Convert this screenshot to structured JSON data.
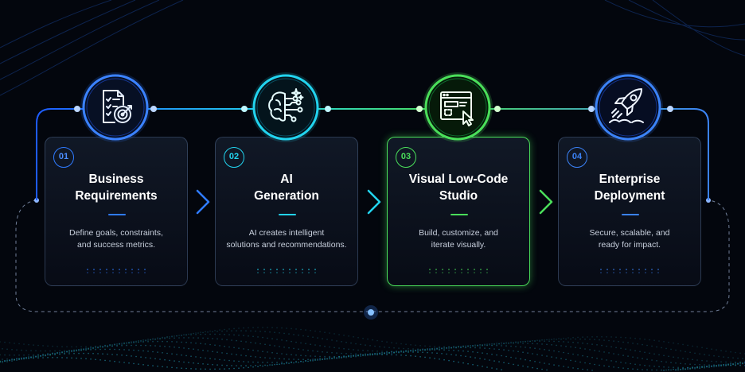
{
  "steps": [
    {
      "num": "01",
      "title": "Business\nRequirements",
      "desc": "Define goals, constraints,\nand success metrics.",
      "color": "#2f7bff",
      "icon": "document-target-icon"
    },
    {
      "num": "02",
      "title": "AI\nGeneration",
      "desc": "AI creates intelligent\nsolutions and recommendations.",
      "color": "#22d3ee",
      "icon": "brain-circuit-icon"
    },
    {
      "num": "03",
      "title": "Visual Low-Code\nStudio",
      "desc": "Build, customize, and\niterate visually.",
      "color": "#4ade5a",
      "icon": "window-cursor-icon"
    },
    {
      "num": "04",
      "title": "Enterprise\nDeployment",
      "desc": "Secure, scalable, and\nready for impact.",
      "color": "#3b82f6",
      "icon": "rocket-icon"
    }
  ],
  "connector_colors": [
    "#2f7bff",
    "#22d3ee",
    "#4ade5a",
    "#3b82f6"
  ]
}
